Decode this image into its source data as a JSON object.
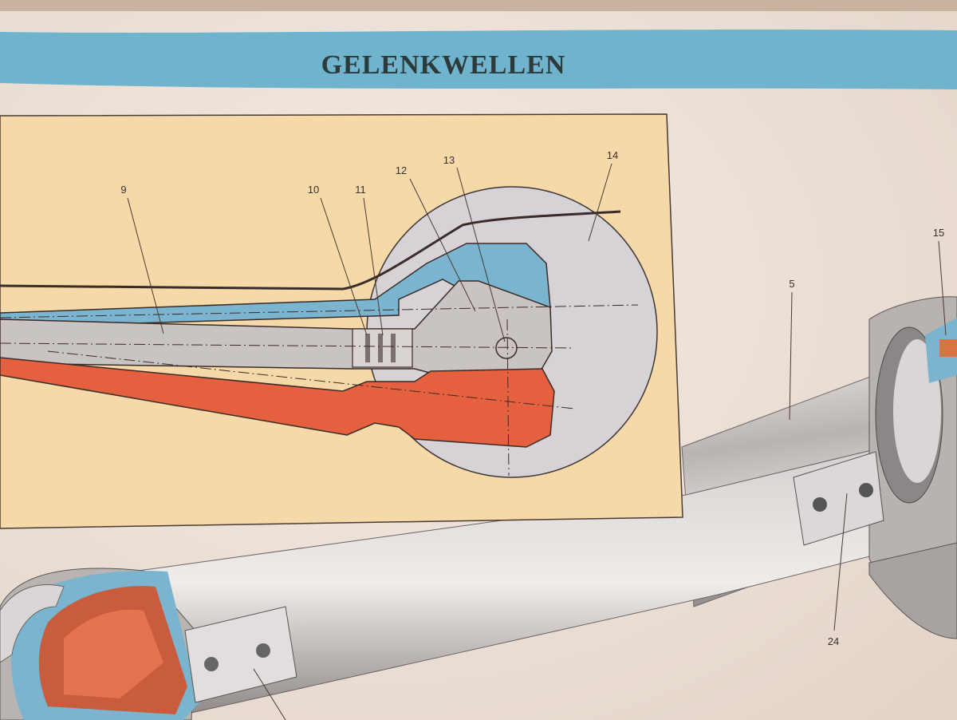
{
  "poster": {
    "title": "GELENKWELLEN"
  },
  "callouts": [
    "9",
    "10",
    "11",
    "12",
    "13",
    "14",
    "5",
    "15",
    "24"
  ],
  "colors": {
    "paper": "#efe4dc",
    "banner": "#6fb3cc",
    "inset_panel": "#f6d9a8",
    "blue_part": "#7ab4cf",
    "red_part": "#e4603f",
    "grey_part": "#c9c3c2",
    "shaft_metal": "#c4bfbf"
  }
}
